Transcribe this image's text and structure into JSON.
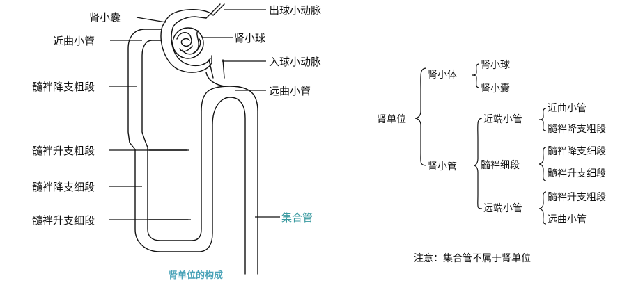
{
  "diagram": {
    "labels": {
      "capsule": "肾小囊",
      "efferent": "出球小动脉",
      "pct": "近曲小管",
      "glomerulus": "肾小球",
      "afferent": "入球小动脉",
      "thick_desc": "髓袢降支粗段",
      "dct": "远曲小管",
      "thick_asc": "髓袢升支粗段",
      "thin_desc": "髓袢降支细段",
      "thin_asc": "髓袢升支细段",
      "collecting": "集合管"
    },
    "caption": "肾单位的构成"
  },
  "tree": {
    "root": "肾单位",
    "corpuscle": "肾小体",
    "corpuscle_children": [
      "肾小球",
      "肾小囊"
    ],
    "tubule": "肾小管",
    "proximal": "近端小管",
    "proximal_children": [
      "近曲小管",
      "髓袢降支粗段"
    ],
    "thin": "髓袢细段",
    "thin_children": [
      "髓袢降支细段",
      "髓袢升支细段"
    ],
    "distal": "远端小管",
    "distal_children": [
      "髓袢升支粗段",
      "远曲小管"
    ],
    "note": "注意：集合管不属于肾单位"
  }
}
